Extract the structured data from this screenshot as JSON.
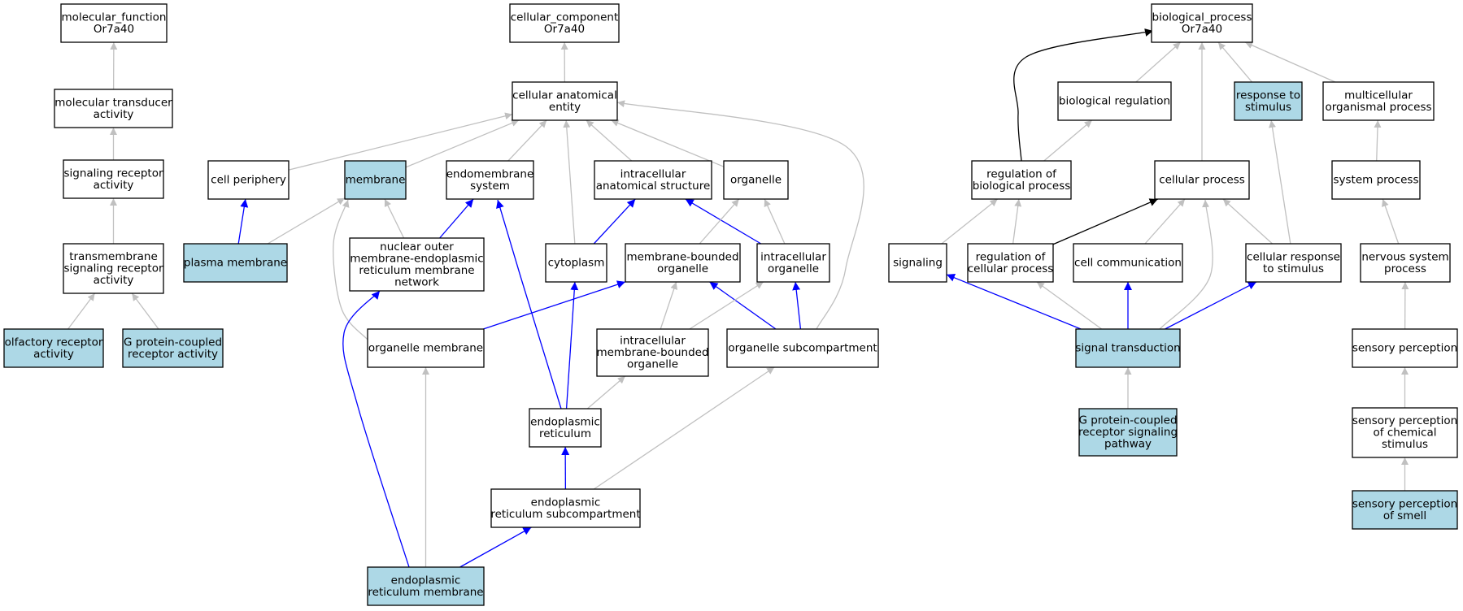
{
  "colors": {
    "highlight_fill": "#add8e6",
    "plain_fill": "#ffffff",
    "gray_edge": "#c0c0c0",
    "blue_edge": "#0000ff",
    "black_edge": "#000000"
  },
  "nodes": [
    {
      "id": "molecular_function",
      "lines": [
        "molecular_function",
        "Or7a40"
      ],
      "highlight": false
    },
    {
      "id": "molecular_transducer_activity",
      "lines": [
        "molecular transducer",
        "activity"
      ],
      "highlight": false
    },
    {
      "id": "signaling_receptor_activity",
      "lines": [
        "signaling receptor",
        "activity"
      ],
      "highlight": false
    },
    {
      "id": "transmembrane_signaling_receptor_activity",
      "lines": [
        "transmembrane",
        "signaling receptor",
        "activity"
      ],
      "highlight": false
    },
    {
      "id": "olfactory_receptor_activity",
      "lines": [
        "olfactory receptor",
        "activity"
      ],
      "highlight": true
    },
    {
      "id": "g_protein_coupled_receptor_activity",
      "lines": [
        "G protein-coupled",
        "receptor activity"
      ],
      "highlight": true
    },
    {
      "id": "cellular_component",
      "lines": [
        "cellular_component",
        "Or7a40"
      ],
      "highlight": false
    },
    {
      "id": "cellular_anatomical_entity",
      "lines": [
        "cellular anatomical",
        "entity"
      ],
      "highlight": false
    },
    {
      "id": "cell_periphery",
      "lines": [
        "cell periphery"
      ],
      "highlight": false
    },
    {
      "id": "membrane",
      "lines": [
        "membrane"
      ],
      "highlight": true
    },
    {
      "id": "plasma_membrane",
      "lines": [
        "plasma membrane"
      ],
      "highlight": true
    },
    {
      "id": "endomembrane_system",
      "lines": [
        "endomembrane",
        "system"
      ],
      "highlight": false
    },
    {
      "id": "nuclear_outer_membrane_er_network",
      "lines": [
        "nuclear outer",
        "membrane-endoplasmic",
        "reticulum membrane",
        "network"
      ],
      "highlight": false
    },
    {
      "id": "intracellular_anatomical_structure",
      "lines": [
        "intracellular",
        "anatomical structure"
      ],
      "highlight": false
    },
    {
      "id": "organelle",
      "lines": [
        "organelle"
      ],
      "highlight": false
    },
    {
      "id": "cytoplasm",
      "lines": [
        "cytoplasm"
      ],
      "highlight": false
    },
    {
      "id": "membrane_bounded_organelle",
      "lines": [
        "membrane-bounded",
        "organelle"
      ],
      "highlight": false
    },
    {
      "id": "intracellular_organelle",
      "lines": [
        "intracellular",
        "organelle"
      ],
      "highlight": false
    },
    {
      "id": "organelle_membrane",
      "lines": [
        "organelle membrane"
      ],
      "highlight": false
    },
    {
      "id": "intracellular_membrane_bounded_organelle",
      "lines": [
        "intracellular",
        "membrane-bounded",
        "organelle"
      ],
      "highlight": false
    },
    {
      "id": "organelle_subcompartment",
      "lines": [
        "organelle subcompartment"
      ],
      "highlight": false
    },
    {
      "id": "endoplasmic_reticulum",
      "lines": [
        "endoplasmic",
        "reticulum"
      ],
      "highlight": false
    },
    {
      "id": "er_subcompartment",
      "lines": [
        "endoplasmic",
        "reticulum subcompartment"
      ],
      "highlight": false
    },
    {
      "id": "er_membrane",
      "lines": [
        "endoplasmic",
        "reticulum membrane"
      ],
      "highlight": true
    },
    {
      "id": "biological_process",
      "lines": [
        "biological_process",
        "Or7a40"
      ],
      "highlight": false
    },
    {
      "id": "biological_regulation",
      "lines": [
        "biological regulation"
      ],
      "highlight": false
    },
    {
      "id": "response_to_stimulus",
      "lines": [
        "response to",
        "stimulus"
      ],
      "highlight": true
    },
    {
      "id": "multicellular_organismal_process",
      "lines": [
        "multicellular",
        "organismal process"
      ],
      "highlight": false
    },
    {
      "id": "regulation_of_biological_process",
      "lines": [
        "regulation of",
        "biological process"
      ],
      "highlight": false
    },
    {
      "id": "cellular_process",
      "lines": [
        "cellular process"
      ],
      "highlight": false
    },
    {
      "id": "system_process",
      "lines": [
        "system process"
      ],
      "highlight": false
    },
    {
      "id": "signaling",
      "lines": [
        "signaling"
      ],
      "highlight": false
    },
    {
      "id": "regulation_of_cellular_process",
      "lines": [
        "regulation of",
        "cellular process"
      ],
      "highlight": false
    },
    {
      "id": "cell_communication",
      "lines": [
        "cell communication"
      ],
      "highlight": false
    },
    {
      "id": "cellular_response_to_stimulus",
      "lines": [
        "cellular response",
        "to stimulus"
      ],
      "highlight": false
    },
    {
      "id": "nervous_system_process",
      "lines": [
        "nervous system",
        "process"
      ],
      "highlight": false
    },
    {
      "id": "signal_transduction",
      "lines": [
        "signal transduction"
      ],
      "highlight": true
    },
    {
      "id": "sensory_perception",
      "lines": [
        "sensory perception"
      ],
      "highlight": false
    },
    {
      "id": "gpcr_signaling_pathway",
      "lines": [
        "G protein-coupled",
        "receptor signaling",
        "pathway"
      ],
      "highlight": true
    },
    {
      "id": "sensory_perception_of_chemical_stimulus",
      "lines": [
        "sensory perception",
        "of chemical",
        "stimulus"
      ],
      "highlight": false
    },
    {
      "id": "sensory_perception_of_smell",
      "lines": [
        "sensory perception",
        "of smell"
      ],
      "highlight": true
    }
  ],
  "edges": [
    {
      "from": "molecular_transducer_activity",
      "to": "molecular_function",
      "kind": "gray"
    },
    {
      "from": "signaling_receptor_activity",
      "to": "molecular_transducer_activity",
      "kind": "gray"
    },
    {
      "from": "transmembrane_signaling_receptor_activity",
      "to": "signaling_receptor_activity",
      "kind": "gray"
    },
    {
      "from": "olfactory_receptor_activity",
      "to": "transmembrane_signaling_receptor_activity",
      "kind": "gray"
    },
    {
      "from": "g_protein_coupled_receptor_activity",
      "to": "transmembrane_signaling_receptor_activity",
      "kind": "gray"
    },
    {
      "from": "cellular_anatomical_entity",
      "to": "cellular_component",
      "kind": "gray"
    },
    {
      "from": "cell_periphery",
      "to": "cellular_anatomical_entity",
      "kind": "gray"
    },
    {
      "from": "membrane",
      "to": "cellular_anatomical_entity",
      "kind": "gray"
    },
    {
      "from": "endomembrane_system",
      "to": "cellular_anatomical_entity",
      "kind": "gray"
    },
    {
      "from": "intracellular_anatomical_structure",
      "to": "cellular_anatomical_entity",
      "kind": "gray"
    },
    {
      "from": "organelle",
      "to": "cellular_anatomical_entity",
      "kind": "gray"
    },
    {
      "from": "cytoplasm",
      "to": "cellular_anatomical_entity",
      "kind": "gray"
    },
    {
      "from": "organelle_subcompartment",
      "to": "cellular_anatomical_entity",
      "kind": "gray"
    },
    {
      "from": "plasma_membrane",
      "to": "cell_periphery",
      "kind": "blue"
    },
    {
      "from": "plasma_membrane",
      "to": "membrane",
      "kind": "gray"
    },
    {
      "from": "nuclear_outer_membrane_er_network",
      "to": "membrane",
      "kind": "gray"
    },
    {
      "from": "organelle_membrane",
      "to": "membrane",
      "kind": "gray"
    },
    {
      "from": "nuclear_outer_membrane_er_network",
      "to": "endomembrane_system",
      "kind": "blue"
    },
    {
      "from": "endoplasmic_reticulum",
      "to": "endomembrane_system",
      "kind": "blue"
    },
    {
      "from": "cytoplasm",
      "to": "intracellular_anatomical_structure",
      "kind": "blue"
    },
    {
      "from": "intracellular_organelle",
      "to": "intracellular_anatomical_structure",
      "kind": "blue"
    },
    {
      "from": "membrane_bounded_organelle",
      "to": "organelle",
      "kind": "gray"
    },
    {
      "from": "intracellular_organelle",
      "to": "organelle",
      "kind": "gray"
    },
    {
      "from": "organelle_membrane",
      "to": "membrane_bounded_organelle",
      "kind": "blue"
    },
    {
      "from": "intracellular_membrane_bounded_organelle",
      "to": "membrane_bounded_organelle",
      "kind": "gray"
    },
    {
      "from": "organelle_subcompartment",
      "to": "membrane_bounded_organelle",
      "kind": "blue"
    },
    {
      "from": "intracellular_membrane_bounded_organelle",
      "to": "intracellular_organelle",
      "kind": "gray"
    },
    {
      "from": "organelle_subcompartment",
      "to": "intracellular_organelle",
      "kind": "blue"
    },
    {
      "from": "endoplasmic_reticulum",
      "to": "cytoplasm",
      "kind": "blue"
    },
    {
      "from": "endoplasmic_reticulum",
      "to": "intracellular_membrane_bounded_organelle",
      "kind": "gray"
    },
    {
      "from": "er_subcompartment",
      "to": "endoplasmic_reticulum",
      "kind": "blue"
    },
    {
      "from": "er_subcompartment",
      "to": "organelle_subcompartment",
      "kind": "gray"
    },
    {
      "from": "er_membrane",
      "to": "er_subcompartment",
      "kind": "blue"
    },
    {
      "from": "er_membrane",
      "to": "organelle_membrane",
      "kind": "gray"
    },
    {
      "from": "er_membrane",
      "to": "nuclear_outer_membrane_er_network",
      "kind": "blue"
    },
    {
      "from": "biological_regulation",
      "to": "biological_process",
      "kind": "gray"
    },
    {
      "from": "response_to_stimulus",
      "to": "biological_process",
      "kind": "gray"
    },
    {
      "from": "multicellular_organismal_process",
      "to": "biological_process",
      "kind": "gray"
    },
    {
      "from": "cellular_process",
      "to": "biological_process",
      "kind": "gray"
    },
    {
      "from": "regulation_of_biological_process",
      "to": "biological_process",
      "kind": "black"
    },
    {
      "from": "regulation_of_biological_process",
      "to": "biological_regulation",
      "kind": "gray"
    },
    {
      "from": "system_process",
      "to": "multicellular_organismal_process",
      "kind": "gray"
    },
    {
      "from": "cellular_response_to_stimulus",
      "to": "response_to_stimulus",
      "kind": "gray"
    },
    {
      "from": "signaling",
      "to": "regulation_of_biological_process",
      "kind": "gray"
    },
    {
      "from": "regulation_of_cellular_process",
      "to": "regulation_of_biological_process",
      "kind": "gray"
    },
    {
      "from": "regulation_of_cellular_process",
      "to": "cellular_process",
      "kind": "black"
    },
    {
      "from": "cell_communication",
      "to": "cellular_process",
      "kind": "gray"
    },
    {
      "from": "cellular_response_to_stimulus",
      "to": "cellular_process",
      "kind": "gray"
    },
    {
      "from": "signal_transduction",
      "to": "cellular_process",
      "kind": "gray"
    },
    {
      "from": "nervous_system_process",
      "to": "system_process",
      "kind": "gray"
    },
    {
      "from": "signal_transduction",
      "to": "signaling",
      "kind": "blue"
    },
    {
      "from": "signal_transduction",
      "to": "regulation_of_cellular_process",
      "kind": "gray"
    },
    {
      "from": "signal_transduction",
      "to": "cell_communication",
      "kind": "blue"
    },
    {
      "from": "signal_transduction",
      "to": "cellular_response_to_stimulus",
      "kind": "blue"
    },
    {
      "from": "sensory_perception",
      "to": "nervous_system_process",
      "kind": "gray"
    },
    {
      "from": "gpcr_signaling_pathway",
      "to": "signal_transduction",
      "kind": "gray"
    },
    {
      "from": "sensory_perception_of_chemical_stimulus",
      "to": "sensory_perception",
      "kind": "gray"
    },
    {
      "from": "sensory_perception_of_smell",
      "to": "sensory_perception_of_chemical_stimulus",
      "kind": "gray"
    }
  ]
}
